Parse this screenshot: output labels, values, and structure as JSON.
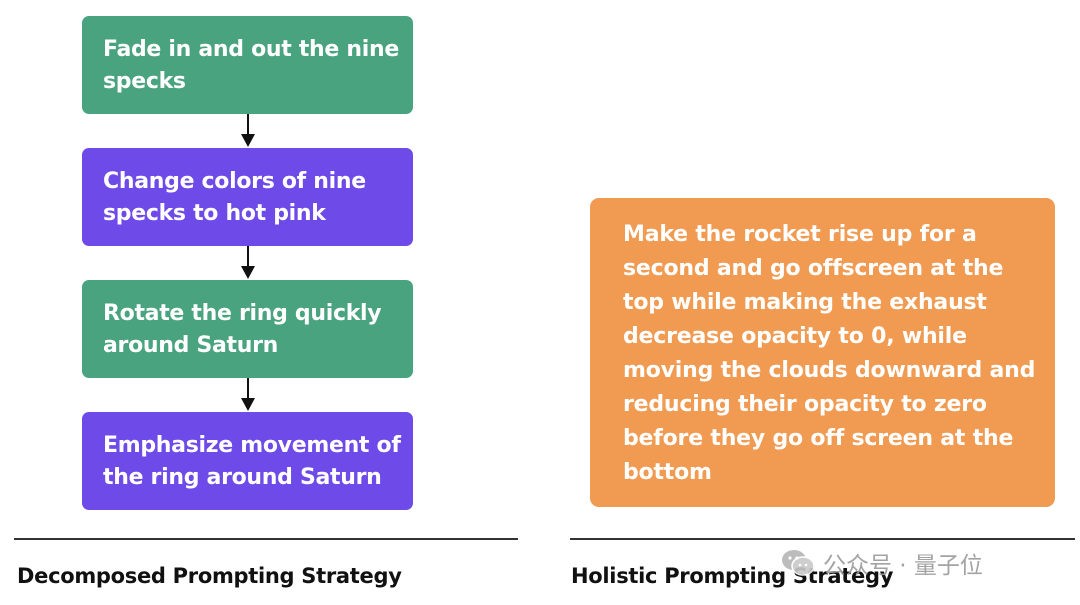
{
  "decomposed": {
    "steps": [
      {
        "text": "Fade in and out the nine specks",
        "color": "#4aa37f"
      },
      {
        "text": "Change colors of nine specks to hot pink",
        "color": "#6e4ae8"
      },
      {
        "text": "Rotate the ring quickly around Saturn",
        "color": "#4aa37f"
      },
      {
        "text": "Emphasize movement of the ring around Saturn",
        "color": "#6e4ae8"
      }
    ],
    "caption": "Decomposed Prompting Strategy"
  },
  "holistic": {
    "text": "Make the rocket rise up for a second and go offscreen at the top while making the exhaust decrease opacity to 0, while moving the clouds downward and reducing their opacity to zero before they go off screen at the bottom",
    "color": "#f09a52",
    "caption": "Holistic Prompting Strategy"
  },
  "watermark": {
    "icon": "wechat-icon",
    "text": "公众号 · 量子位"
  }
}
